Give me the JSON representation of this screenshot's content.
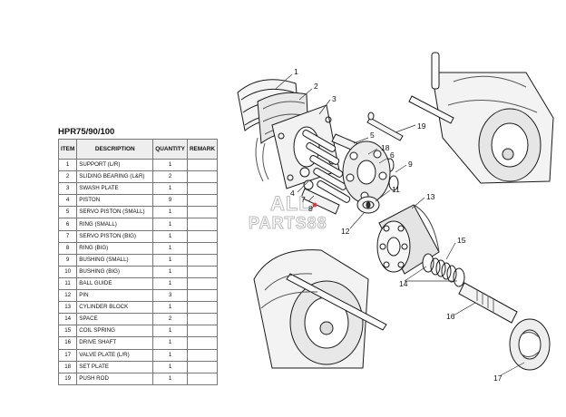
{
  "model": "HPR75/90/100",
  "table": {
    "headers": [
      "ITEM",
      "DESCRIPTION",
      "QUANTITY",
      "REMARK"
    ],
    "rows": [
      {
        "item": "1",
        "description": "SUPPORT (L/R)",
        "quantity": "1",
        "remark": ""
      },
      {
        "item": "2",
        "description": "SLIDING BEARING (L&R)",
        "quantity": "2",
        "remark": ""
      },
      {
        "item": "3",
        "description": "SWASH PLATE",
        "quantity": "1",
        "remark": ""
      },
      {
        "item": "4",
        "description": "PISTON",
        "quantity": "9",
        "remark": ""
      },
      {
        "item": "5",
        "description": "SERVO PISTON (SMALL)",
        "quantity": "1",
        "remark": ""
      },
      {
        "item": "6",
        "description": "RING (SMALL)",
        "quantity": "1",
        "remark": ""
      },
      {
        "item": "7",
        "description": "SERVO PISTON (BIG)",
        "quantity": "1",
        "remark": ""
      },
      {
        "item": "8",
        "description": "RING (BIG)",
        "quantity": "1",
        "remark": ""
      },
      {
        "item": "9",
        "description": "BUSHING (SMALL)",
        "quantity": "1",
        "remark": ""
      },
      {
        "item": "10",
        "description": "BUSHING (BIG)",
        "quantity": "1",
        "remark": ""
      },
      {
        "item": "11",
        "description": "BALL GUIDE",
        "quantity": "1",
        "remark": ""
      },
      {
        "item": "12",
        "description": "PIN",
        "quantity": "3",
        "remark": ""
      },
      {
        "item": "13",
        "description": "CYLINDER BLOCK",
        "quantity": "1",
        "remark": ""
      },
      {
        "item": "14",
        "description": "SPACE",
        "quantity": "2",
        "remark": ""
      },
      {
        "item": "15",
        "description": "COIL SPRING",
        "quantity": "1",
        "remark": ""
      },
      {
        "item": "16",
        "description": "DRIVE SHAFT",
        "quantity": "1",
        "remark": ""
      },
      {
        "item": "17",
        "description": "VALVE PLATE (L/R)",
        "quantity": "1",
        "remark": ""
      },
      {
        "item": "18",
        "description": "SET PLATE",
        "quantity": "1",
        "remark": ""
      },
      {
        "item": "19",
        "description": "PUSH ROD",
        "quantity": "1",
        "remark": ""
      }
    ]
  },
  "watermark": {
    "line1": "ALL",
    "line2": "PARTS88"
  },
  "callouts": [
    "1",
    "2",
    "3",
    "4",
    "5",
    "6",
    "7",
    "8",
    "9",
    "11",
    "12",
    "13",
    "14",
    "15",
    "16",
    "17",
    "18",
    "19"
  ]
}
